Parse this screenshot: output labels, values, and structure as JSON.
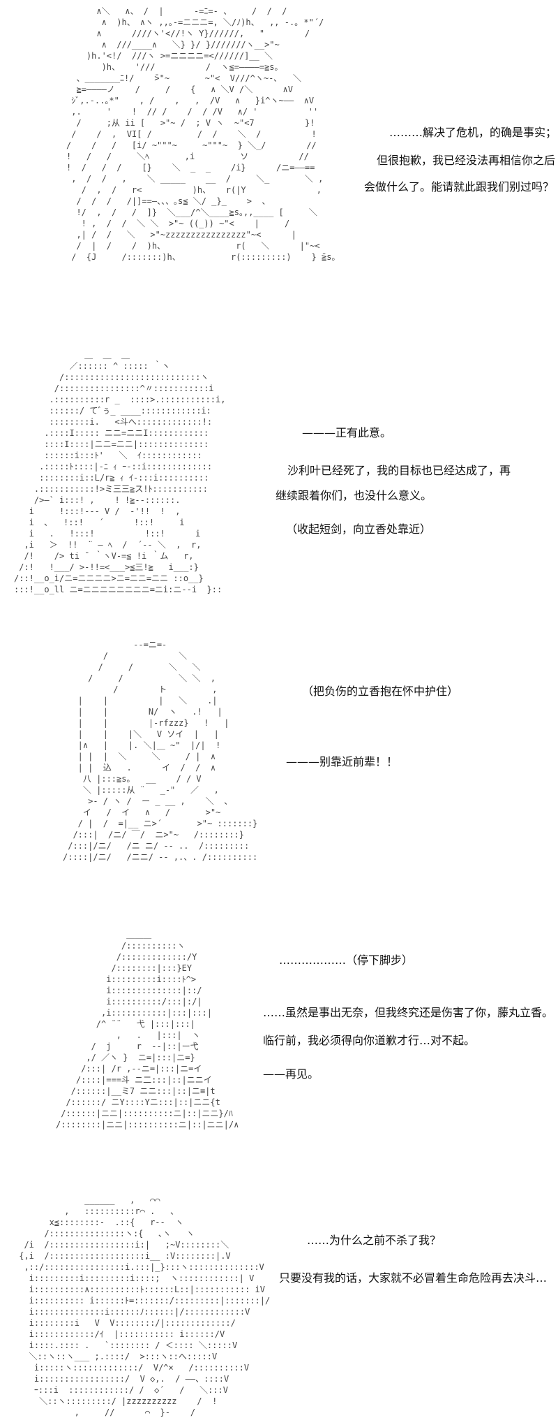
{
  "panels": [
    {
      "art": [
        "      ∧＼   ∧、 /  |      -=ﾆ=- 、    /  /  /",
        "       ∧  )h、 ∧ヽ ,,｡-=ニニニ=, ＼/ﾉ)h、  ,, -.｡ *\"´/",
        "      ∧      ////ヽ'<//!ヽ Y}//////,   \"        /",
        "       ∧  ///____∧   ＼} }/ }///////ヽ__>\"~",
        "    )h.'<!/  ///ヽ >=ニニニニ=<//////]__ ＼",
        "       )h、   '///          /  ヽ≦=――――=≧s｡",
        "  、_______ﾆ!/    ̄>\"~       ~\"<  V///^ヽ~‐､   ＼",
        "  ≧=――――ノ    /     /    {   ∧ ＼V /＼      ∧V",
        " ｼﾞ,.-..｡*\"    , /    ,   ,  /V   ∧   }i^ヽ~――  ∧V",
        " ,.     '    !  // /    /  / /V   ∧/ '          ''",
        "  /     ;从 ii [   >\"~ /  ; V ヽ  ~\"<7          }!",
        " /    /  ,  VI[ /         /  /    ＼  /          !",
        "/    /   /   [i/ ~\"\"\"~     ~\"\"\"~  } ＼_/        //",
        "!   /   /     ＼ﾍ       ,i         ソ          //",
        "!  /   /  /    [}    ＼  _  _    /i}      /ニ=――==",
        " ,  /  /   ,    ＼ _____    __  /     ＼_       ＼ ,",
        "   /  ,  /   r<          )h、   r(|Y              ,",
        "  /  /  /   /|]==―、、、｡s≦ ＼/ _}_    >  、",
        "  !/  ,  /   /  ]}  ＼___/^＼____≧s｡,,____ [     ＼",
        "   ! ,  /  /  ＼ ＼  >\"~ ((_)) ~\"<    |     /",
        "  ,| /  /   ＼   >\"~zzzzzzzzzzzzzzzz\"~<      |",
        "  /  |  /    /  )h、              r(   ＼      |\"~<",
        " /  {J     /:::::::)h、          r(:::::::::)    } ̄≧s｡"
      ],
      "lines": [
        "………解决了危机，的确是事实；",
        "但很抱歉，我已经没法再相信你之后",
        "会做什么了。能请就此跟我们别过吗？"
      ]
    },
    {
      "art": [
        "              ＿  ＿  ＿",
        "           ／:::::: ^ ::::: ｀ヽ",
        "         /:::::::::::::::::::::::::::ヽ",
        "        /::::::::::::::::^〃:::::::::::i",
        "       .::::::::::r _  ::::>.:::::::::::i,",
        "       ::::::/ てﾞぅ_ ____::::::::::::i:",
        "       ::::::::i.   <斗へ:::::::::::::!:",
        "      .::::I::::: ニニ=ニニI::::::::::::",
        "      ::::I::::|ニニ=ニニ|::::::::::::::",
        "      ::::::i:::ﾄ'   ＼  ｲ::::::::::::",
        "     .:::::ﾄ::::|-ﾆ ｨ ｰ-::i:::::::::::::",
        "     ::::::::i::L/r≧ ｨ ｲ-:::i::::::::::",
        "    .:::::::::::!>ミ三三≧ス!ﾄ:::::::::::",
        "    />―` i:::! ,    ! !≧--::::::.",
        "   i     !:::!--- V /  -'!!  !  ,",
        "   i  ､   !::!   ´      !::!     i",
        "   i   .   !:::!          !::!      i",
        "  ,i   ＞  !!  ¨ ― ﾍ  /  ´-- ＼  ,  r,",
        "  /!    /> ti ¯ ｀ヽV-=≦ !i ｀ム   r,",
        " /:!   !___/ >-!!=<___>≦三!≧   i___:}",
        "/::!__o_i/ニ=ニニニニ>ニ=ニニ=ニニ ::o__}",
        ":::!__o_ll ニ=ニニニニニニニニ=ニi:ニ--i  }::"
      ],
      "lines": [
        "———正有此意。",
        "沙利叶已经死了，我的目标也已经达成了，再",
        "继续跟着你们，也没什么意义。",
        "（收起短剑，向立香处靠近）"
      ]
    },
    {
      "art": [
        "              --=ニ=-",
        "        /              ＼",
        "       /     /       ＼   ＼",
        "     /     /           ＼ ＼  ,",
        "          /        ト         ,",
        "   |    |          |   ＼    .|",
        "   |    |        N/  ヽ   .!   |",
        "   |    |        |-rfzzz}   !   |",
        "   |    |    |＼   V ソイ  |   |",
        "   |∧   |    |. ＼|＿ ~\"  |/|  !",
        "   | |  |  ＼     ＼     / |  ∧",
        "   | |  込   .      イ  /  /  ∧",
        "    八 |:::≧s｡   __    / / V",
        "    ＼ |:::::从 ¨   _-\"   ／   ,",
        "     >- / ヽ /  ー _ __ ,    ＼  、",
        "    イ   /  イ   ∧   /       >\"~",
        "   / |  /  =|__ ニ>´       >\"~ :::::::}",
        "  /:::|  /ニ/ ￣/  ニ>\"~   /::::::::}",
        " /:::|/ニ/   /ニ ニ/ -- ..  /:::::::::",
        "/::::|/ニ/   /ニニ/ ‐- ,.、. /::::::::::"
      ],
      "lines": [
        "（把负伤的立香抱在怀中护住）",
        "———别靠近前辈！！"
      ]
    },
    {
      "art": [
        "              ＿＿＿",
        "             /::::::::::ヽ",
        "            /:::::::::::::/Y",
        "           /::::::::|:::}EY",
        "          i:::::::::i::::ﾄ^>",
        "          i::::::::::::::|::/",
        "          i::::::::::/:::|:/|",
        "         ,i:::::::::::|:::|:::|",
        "        /^ ¨¨   弋 |:::|:::|",
        "            ,   .   |:::|  ヽ",
        "       /  j     r  --|::|ー弋",
        "      ,/ ／ヽ }  ニ=|:::|ニ=}",
        "     /:::| /r ,--ニ=|:::|ニ=イ",
        "    /::::|===斗 ニ二:::|::|ニニイ",
        "   /::::::|__ミ7 ニニ:::|::|ニ≡|t",
        "  /::::::/ ニY::::Yニ:::|::|ニニ{t",
        " /::::::|ニニ|::::::::::ニ|::|ニニ}/ﾊ",
        "/::::::::|ニニ|::::::::::ニ|::|ニニ|/∧"
      ],
      "lines": [
        "………………（停下脚步）",
        "……虽然是事出无奈，但我终究还是伤害了你，藤丸立香。",
        "临行前，我必须得向你道歉才行…对不起。",
        "——再见。"
      ]
    },
    {
      "art": [
        "              ______   ,   ⌒⌒",
        "          ,   ::::::::::r⌒ .   、",
        "       x≦::::::::-  .::{   r-‐  ヽ",
        "      /:::::::::::::::ヽ:{   ､ヽ   ヽ",
        "  /i  /:::::::::::::::::i:|   ;~V::::::::＼",
        " {,i  /:::::::::::::::::::i__ :V::::::::|.V",
        "  ,::/::::::::::::::::i.:::|_}:::ヽ::::::::::::::V",
        "   i:::::::::i:::::::::i::::;  ヽ::::::::::::| V",
        "   i::::::::::∧::::::::::ﾄ::::::L::|::::::::::: iV",
        "   i:::::::::: i::::::ﾄ=:::::::/:::::::::|:::::::|/",
        "   i::::::::::::::i::::::ﾉ::::::|/::::::::::::V",
        "   i::::::::i   V  V::::::::/|:::::::::::::/",
        "   i::::::::::::/ｲ  |::::::::::: i::::::/V",
        "   i::::.:::: .   `:::::::: / ＜:::: ＼:::::V",
        "   ＼::ヽ::ヽ___ ;.::::/  >:::ヽ::へ:::::V",
        "    i:::::ヽ:::::::::::::/  V/^×   /::::::::::V",
        "    i:::::::::::::::::/  V ◇,.  / ――、::::V",
        "    ｰ:::i  ::::::::::::/ /  ◇´   /   ＼:::V",
        "     ＼::ヽ:::::::::/ |zzzzzzzzzz    /  !",
        "            ,     //      ⌒  }-    /"
      ],
      "lines": [
        "……为什么之前不杀了我？",
        "只要没有我的话，大家就不必冒着生命危险再去决斗…"
      ]
    }
  ]
}
